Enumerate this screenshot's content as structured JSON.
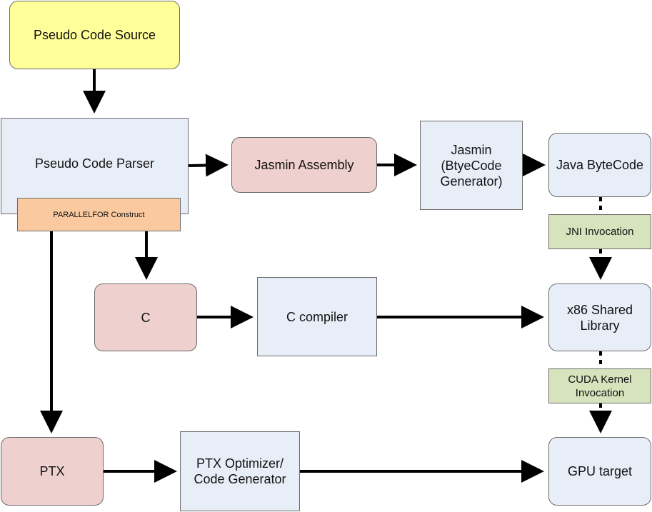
{
  "nodes": {
    "pseudo_source": "Pseudo Code Source",
    "pseudo_parser": "Pseudo Code Parser",
    "parallelfor": "PARALLELFOR Construct",
    "jasmin_assembly": "Jasmin Assembly",
    "jasmin_gen": "Jasmin\n(BtyeCode\nGenerator)",
    "java_bytecode": "Java ByteCode",
    "jni": "JNI Invocation",
    "c": "C",
    "c_compiler": "C compiler",
    "x86_lib": "x86 Shared\nLibrary",
    "cuda_kernel": "CUDA Kernel\nInvocation",
    "ptx": "PTX",
    "ptx_optimizer": "PTX Optimizer/\nCode Generator",
    "gpu_target": "GPU target"
  },
  "colors": {
    "yellow": "#ffff99",
    "blue": "#e8eef8",
    "pink": "#eed0ce",
    "green": "#d6e3bc",
    "orange": "#fac9a0",
    "edge": "#000000"
  }
}
